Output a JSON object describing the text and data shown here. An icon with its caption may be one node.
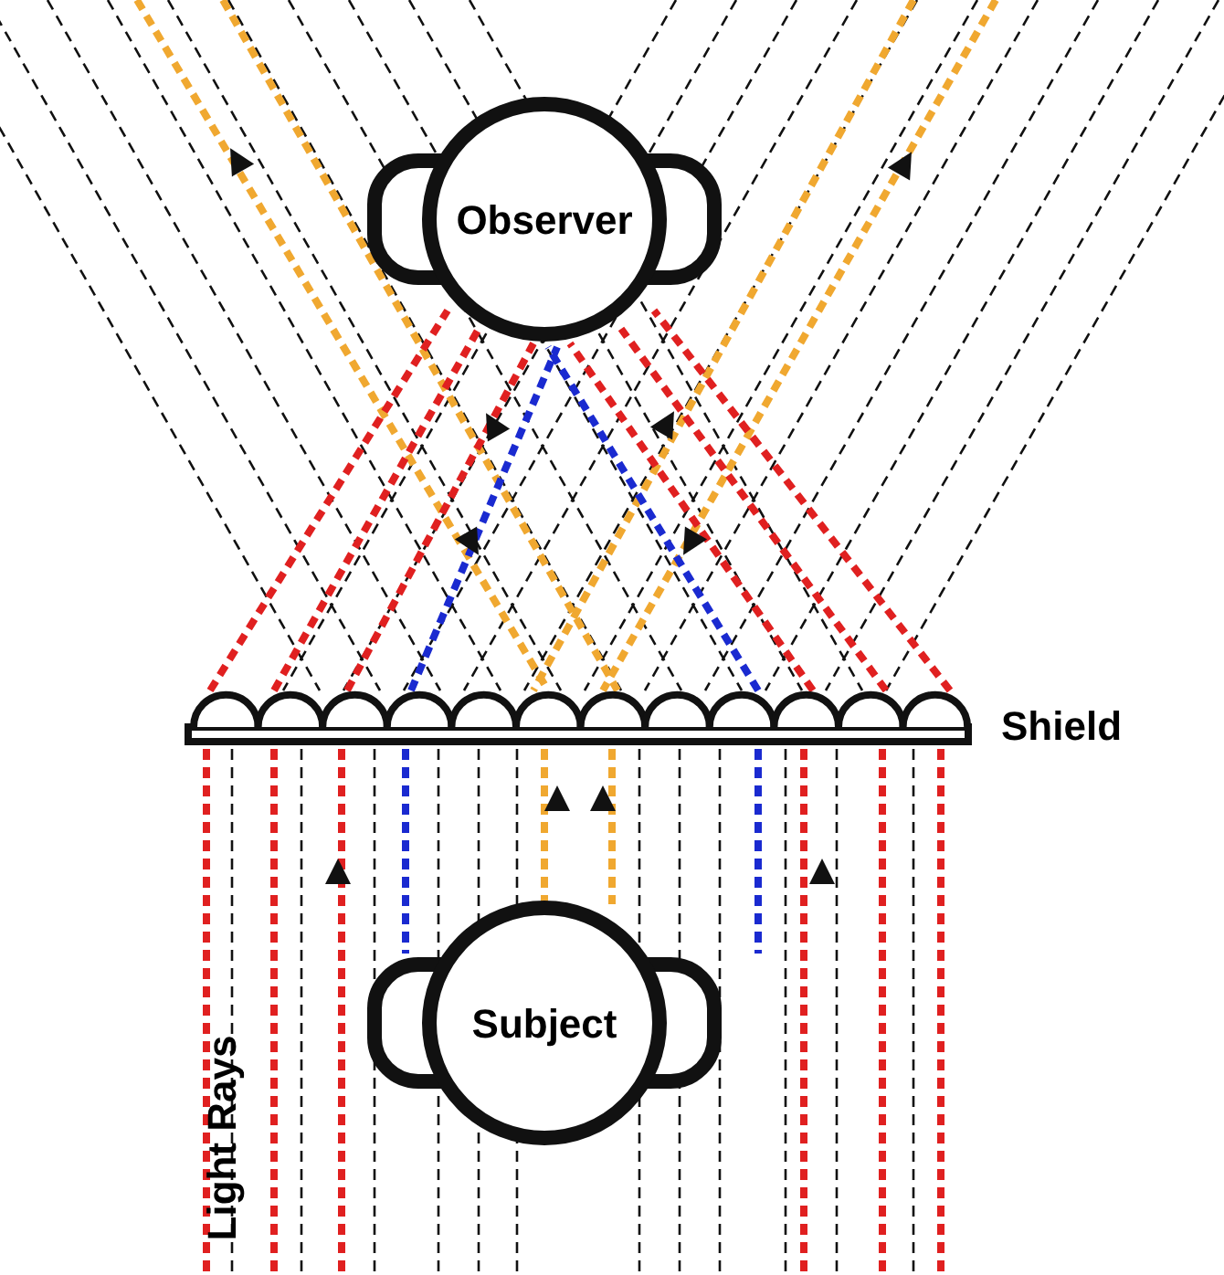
{
  "diagram": {
    "nodes": [
      {
        "text": [
          "Observer"
        ]
      },
      {
        "text": [
          "Subject"
        ]
      }
    ],
    "labels": [
      "Shield",
      "Light Rays"
    ]
  }
}
